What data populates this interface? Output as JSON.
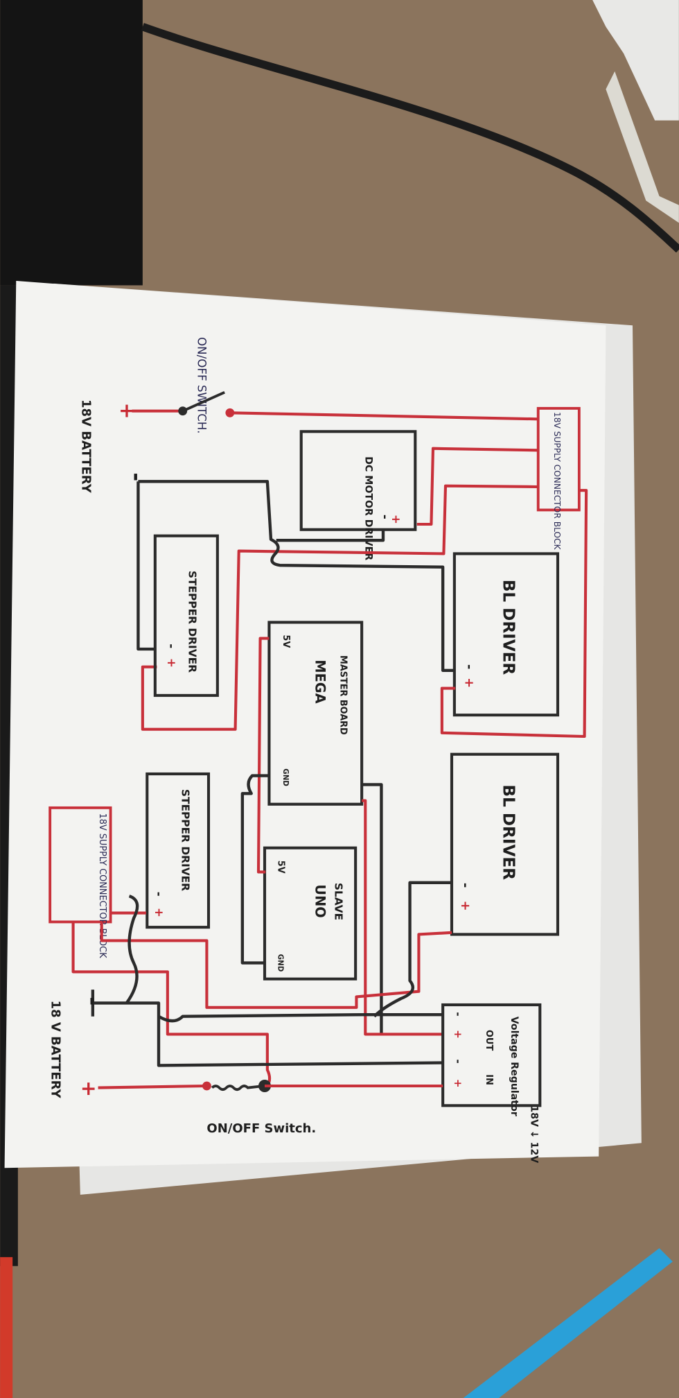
{
  "diagram": {
    "top_circuit": {
      "battery_label": "18V BATTERY",
      "battery_plus": "+",
      "battery_minus": "-",
      "switch_label": "ON/OFF SWITCH.",
      "connector_block": "18V SUPPLY CONNECTOR BLOCK",
      "dc_motor_driver": "DC MOTOR DRIVER",
      "bl_driver": "BL DRIVER",
      "stepper_driver": "STEPPER DRIVER",
      "master_board": "MASTER BOARD",
      "mega": "MEGA",
      "mega_5v": "5V",
      "mega_gnd": "GND",
      "terminal_minus": "-",
      "terminal_plus": "+"
    },
    "bottom_circuit": {
      "battery_label": "18 V BATTERY",
      "battery_plus": "+",
      "battery_minus": "-",
      "switch_label": "ON/OFF Switch.",
      "connector_block": "18V SUPPLY CONNECTOR BLOCK",
      "bl_driver": "BL DRIVER",
      "stepper_driver": "STEPPER DRIVER",
      "slave": "SLAVE",
      "uno": "UNO",
      "uno_5v": "5V",
      "uno_gnd": "GND",
      "regulator_title": "Voltage Regulator",
      "regulator_out": "OUT",
      "regulator_in": "IN",
      "regulator_rating": "18V ↓ 12V",
      "terminal_minus": "-",
      "terminal_plus": "+"
    }
  },
  "colors": {
    "red_wire": "#c8303a",
    "black_wire": "#2b2b2b",
    "paper": "#f3f3f1",
    "desk": "#8a735c"
  }
}
